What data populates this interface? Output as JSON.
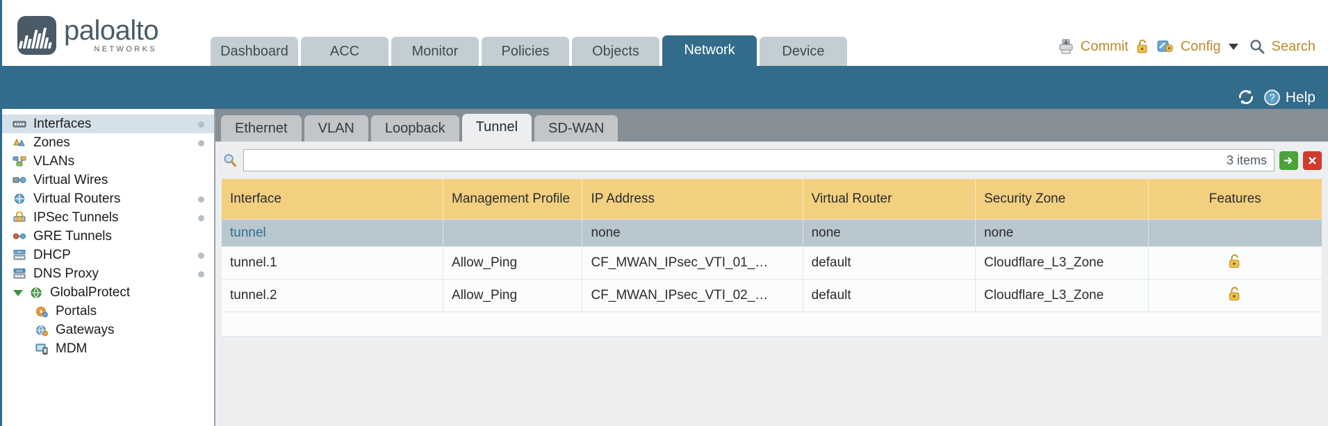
{
  "brand": {
    "name": "paloalto",
    "tagline": "NETWORKS",
    "logo_icon": "paloalto-logo-icon"
  },
  "header": {
    "nav_tabs": [
      {
        "label": "Dashboard",
        "active": false
      },
      {
        "label": "ACC",
        "active": false
      },
      {
        "label": "Monitor",
        "active": false
      },
      {
        "label": "Policies",
        "active": false
      },
      {
        "label": "Objects",
        "active": false
      },
      {
        "label": "Network",
        "active": true
      },
      {
        "label": "Device",
        "active": false
      }
    ],
    "active_tab": "Network",
    "actions": {
      "commit_label": "Commit",
      "commit_icon": "commit-icon",
      "lock_icon": "lock-icon",
      "config_label": "Config",
      "config_icon": "config-key-icon",
      "config_caret_icon": "chevron-down-icon",
      "search_label": "Search",
      "search_icon": "search-icon"
    },
    "accent_color": "#c08a2e"
  },
  "bluebar": {
    "refresh_icon": "refresh-icon",
    "help_label": "Help",
    "help_icon": "help-circle-icon",
    "background_color": "#336b8a"
  },
  "sidebar": {
    "items": [
      {
        "label": "Interfaces",
        "icon": "interfaces-icon",
        "selected": true,
        "dot": true,
        "indent": 0,
        "expander": false
      },
      {
        "label": "Zones",
        "icon": "zones-icon",
        "selected": false,
        "dot": true,
        "indent": 0,
        "expander": false
      },
      {
        "label": "VLANs",
        "icon": "vlans-icon",
        "selected": false,
        "dot": false,
        "indent": 0,
        "expander": false
      },
      {
        "label": "Virtual Wires",
        "icon": "virtual-wires-icon",
        "selected": false,
        "dot": false,
        "indent": 0,
        "expander": false
      },
      {
        "label": "Virtual Routers",
        "icon": "virtual-routers-icon",
        "selected": false,
        "dot": true,
        "indent": 0,
        "expander": false
      },
      {
        "label": "IPSec Tunnels",
        "icon": "ipsec-tunnels-icon",
        "selected": false,
        "dot": true,
        "indent": 0,
        "expander": false
      },
      {
        "label": "GRE Tunnels",
        "icon": "gre-tunnels-icon",
        "selected": false,
        "dot": false,
        "indent": 0,
        "expander": false
      },
      {
        "label": "DHCP",
        "icon": "dhcp-icon",
        "selected": false,
        "dot": true,
        "indent": 0,
        "expander": false
      },
      {
        "label": "DNS Proxy",
        "icon": "dns-proxy-icon",
        "selected": false,
        "dot": true,
        "indent": 0,
        "expander": false
      },
      {
        "label": "GlobalProtect",
        "icon": "globalprotect-icon",
        "selected": false,
        "dot": false,
        "indent": 0,
        "expander": true
      },
      {
        "label": "Portals",
        "icon": "portals-icon",
        "selected": false,
        "dot": false,
        "indent": 1,
        "expander": false
      },
      {
        "label": "Gateways",
        "icon": "gateways-icon",
        "selected": false,
        "dot": false,
        "indent": 1,
        "expander": false
      },
      {
        "label": "MDM",
        "icon": "mdm-icon",
        "selected": false,
        "dot": false,
        "indent": 1,
        "expander": false
      }
    ]
  },
  "main": {
    "subtabs": [
      {
        "label": "Ethernet",
        "active": false
      },
      {
        "label": "VLAN",
        "active": false
      },
      {
        "label": "Loopback",
        "active": false
      },
      {
        "label": "Tunnel",
        "active": true
      },
      {
        "label": "SD-WAN",
        "active": false
      }
    ],
    "active_subtab": "Tunnel",
    "search": {
      "value": "",
      "placeholder": "",
      "icon": "search-icon",
      "item_count_label": "3 items",
      "apply_icon": "apply-arrow-icon",
      "clear_icon": "clear-x-icon",
      "apply_color": "#4ba33a",
      "clear_color": "#cf3b2e"
    },
    "table": {
      "header_color": "#f3d080",
      "columns": [
        "Interface",
        "Management Profile",
        "IP Address",
        "Virtual Router",
        "Security Zone",
        "Features"
      ],
      "rows": [
        {
          "selected": true,
          "interface": "tunnel",
          "management_profile": "",
          "ip_address": "none",
          "virtual_router": "none",
          "security_zone": "none",
          "feature_icon": ""
        },
        {
          "selected": false,
          "interface": "tunnel.1",
          "management_profile": "Allow_Ping",
          "ip_address": "CF_MWAN_IPsec_VTI_01_…",
          "virtual_router": "default",
          "security_zone": "Cloudflare_L3_Zone",
          "feature_icon": "lock-feature-icon"
        },
        {
          "selected": false,
          "interface": "tunnel.2",
          "management_profile": "Allow_Ping",
          "ip_address": "CF_MWAN_IPsec_VTI_02_…",
          "virtual_router": "default",
          "security_zone": "Cloudflare_L3_Zone",
          "feature_icon": "lock-feature-icon"
        }
      ]
    }
  }
}
